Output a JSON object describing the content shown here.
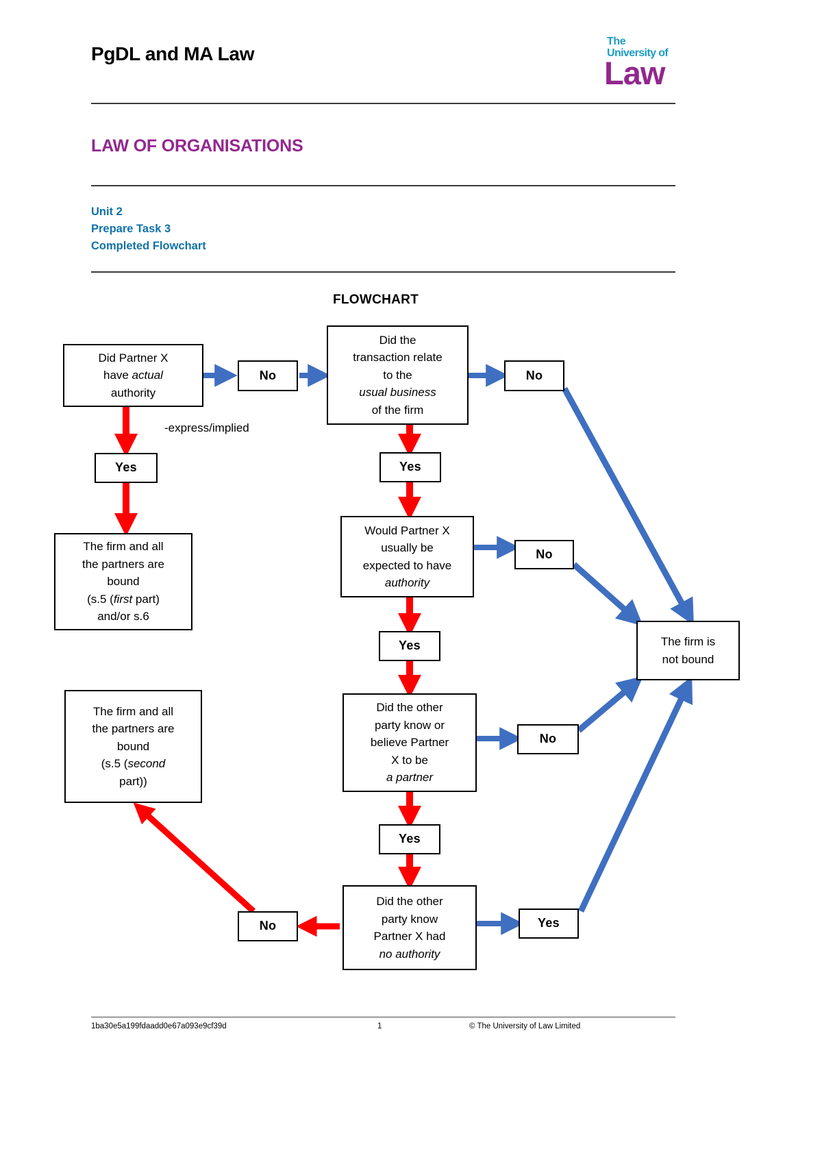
{
  "header": {
    "doc_title": "PgDL and MA Law",
    "logo": {
      "line1": "The",
      "line2": "University of",
      "line3": "Law",
      "teal": "#1a9dc8",
      "purple": "#92278f"
    }
  },
  "section": {
    "title": "LAW OF ORGANISATIONS",
    "title_color": "#92278f",
    "unit": "Unit 2",
    "task": "Prepare Task 3",
    "doc_kind": "Completed Flowchart",
    "subtitle_color": "#1273a8"
  },
  "chart_heading": "FLOWCHART",
  "annotations": {
    "express_implied": "-express/implied"
  },
  "colors": {
    "blue_arrow": "#3f6fc0",
    "red_arrow": "#ff0000",
    "node_border": "#000000"
  },
  "nodes": {
    "q1": {
      "l1": "Did Partner X",
      "l2a": "have ",
      "l2i": "actual",
      "l3": "authority"
    },
    "q1_no": "No",
    "q1_yes": "Yes",
    "outcome_bound_1": {
      "l1": "The firm and all",
      "l2": "the partners are",
      "l3": "bound",
      "l4a": "(s.5 (",
      "l4i": "first",
      "l4b": " part)",
      "l5": "and/or s.6"
    },
    "q2": {
      "l1": "Did the",
      "l2": "transaction relate",
      "l3": "to the",
      "l4i": "usual business",
      "l5": "of the firm"
    },
    "q2_no": "No",
    "q2_yes": "Yes",
    "q3": {
      "l1": "Would Partner X",
      "l2": "usually be",
      "l3": "expected to have",
      "l4i": "authority"
    },
    "q3_no": "No",
    "q3_yes": "Yes",
    "q4": {
      "l1": "Did the other",
      "l2": "party know or",
      "l3": "believe Partner",
      "l4": "X to be",
      "l5i": "a partner"
    },
    "q4_no": "No",
    "q4_yes": "Yes",
    "q5": {
      "l1": "Did the other",
      "l2": "party know",
      "l3": "Partner X had",
      "l4i": "no authority"
    },
    "q5_no": "No",
    "q5_yes": "Yes",
    "outcome_not_bound": {
      "l1": "The firm is",
      "l2": "not bound"
    },
    "outcome_bound_2": {
      "l1": "The firm and all",
      "l2": "the partners are",
      "l3": "bound",
      "l4a": "(s.5 (",
      "l4i": "second",
      "l5": "part))"
    }
  },
  "footer": {
    "left": "1ba30e5a199fdaadd0e67a093e9cf39d",
    "page": "1",
    "right": "© The University of Law Limited"
  },
  "chart_data": {
    "type": "flowchart",
    "title": "FLOWCHART",
    "nodes": [
      {
        "id": "q1",
        "text": "Did Partner X have actual authority",
        "kind": "decision"
      },
      {
        "id": "q1_no",
        "text": "No",
        "kind": "label"
      },
      {
        "id": "q1_yes",
        "text": "Yes",
        "kind": "label"
      },
      {
        "id": "bound1",
        "text": "The firm and all the partners are bound (s.5 (first part) and/or s.6",
        "kind": "outcome"
      },
      {
        "id": "q2",
        "text": "Did the transaction relate to the usual business of the firm",
        "kind": "decision"
      },
      {
        "id": "q2_no",
        "text": "No",
        "kind": "label"
      },
      {
        "id": "q2_yes",
        "text": "Yes",
        "kind": "label"
      },
      {
        "id": "q3",
        "text": "Would Partner X usually be expected to have authority",
        "kind": "decision"
      },
      {
        "id": "q3_no",
        "text": "No",
        "kind": "label"
      },
      {
        "id": "q3_yes",
        "text": "Yes",
        "kind": "label"
      },
      {
        "id": "q4",
        "text": "Did the other party know or believe Partner X to be a partner",
        "kind": "decision"
      },
      {
        "id": "q4_no",
        "text": "No",
        "kind": "label"
      },
      {
        "id": "q4_yes",
        "text": "Yes",
        "kind": "label"
      },
      {
        "id": "q5",
        "text": "Did the other party know Partner X had no authority",
        "kind": "decision"
      },
      {
        "id": "q5_no",
        "text": "No",
        "kind": "label"
      },
      {
        "id": "q5_yes",
        "text": "Yes",
        "kind": "label"
      },
      {
        "id": "notbound",
        "text": "The firm is not bound",
        "kind": "outcome"
      },
      {
        "id": "bound2",
        "text": "The firm and all the partners are bound (s.5 (second part))",
        "kind": "outcome"
      }
    ],
    "edges": [
      {
        "from": "q1",
        "to": "q1_no",
        "color": "#3f6fc0"
      },
      {
        "from": "q1_no",
        "to": "q2",
        "color": "#3f6fc0"
      },
      {
        "from": "q1",
        "to": "q1_yes",
        "color": "#ff0000"
      },
      {
        "from": "q1_yes",
        "to": "bound1",
        "color": "#ff0000"
      },
      {
        "from": "q2",
        "to": "q2_no",
        "color": "#3f6fc0"
      },
      {
        "from": "q2_no",
        "to": "notbound",
        "color": "#3f6fc0"
      },
      {
        "from": "q2",
        "to": "q2_yes",
        "color": "#ff0000"
      },
      {
        "from": "q2_yes",
        "to": "q3",
        "color": "#ff0000"
      },
      {
        "from": "q3",
        "to": "q3_no",
        "color": "#3f6fc0"
      },
      {
        "from": "q3_no",
        "to": "notbound",
        "color": "#3f6fc0"
      },
      {
        "from": "q3",
        "to": "q3_yes",
        "color": "#ff0000"
      },
      {
        "from": "q3_yes",
        "to": "q4",
        "color": "#ff0000"
      },
      {
        "from": "q4",
        "to": "q4_no",
        "color": "#3f6fc0"
      },
      {
        "from": "q4_no",
        "to": "notbound",
        "color": "#3f6fc0"
      },
      {
        "from": "q4",
        "to": "q4_yes",
        "color": "#ff0000"
      },
      {
        "from": "q4_yes",
        "to": "q5",
        "color": "#ff0000"
      },
      {
        "from": "q5",
        "to": "q5_yes",
        "color": "#3f6fc0"
      },
      {
        "from": "q5_yes",
        "to": "notbound",
        "color": "#3f6fc0"
      },
      {
        "from": "q5",
        "to": "q5_no",
        "color": "#ff0000"
      },
      {
        "from": "q5_no",
        "to": "bound2",
        "color": "#ff0000"
      }
    ]
  }
}
